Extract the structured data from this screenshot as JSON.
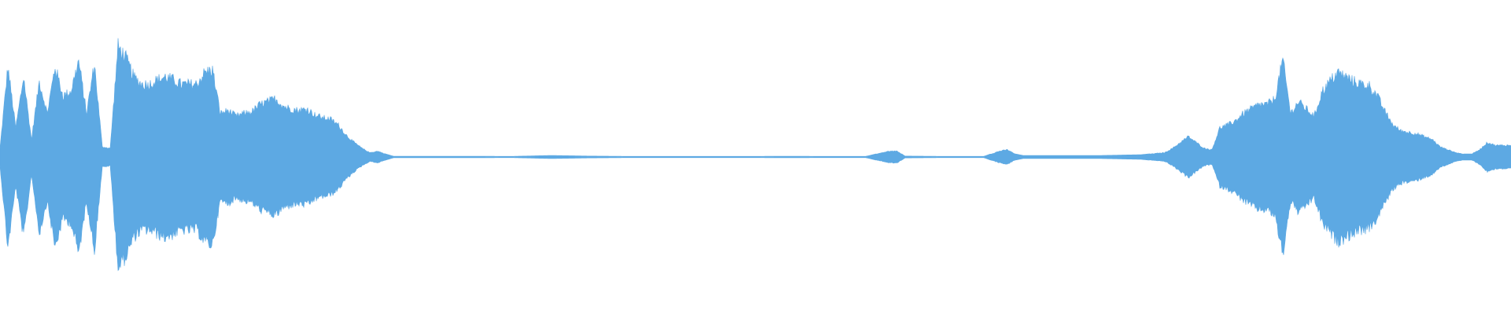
{
  "waveform": {
    "color": "#5DA9E3",
    "background": "#FFFFFF",
    "envelope": [
      [
        0,
        0.06
      ],
      [
        1,
        0.62
      ],
      [
        2,
        0.2
      ],
      [
        3,
        0.55
      ],
      [
        4,
        0.12
      ],
      [
        5,
        0.52
      ],
      [
        6,
        0.3
      ],
      [
        7,
        0.62
      ],
      [
        8,
        0.42
      ],
      [
        9,
        0.45
      ],
      [
        10,
        0.66
      ],
      [
        11,
        0.3
      ],
      [
        12,
        0.64
      ],
      [
        13,
        0.07
      ],
      [
        14,
        0.06
      ],
      [
        15,
        0.76
      ],
      [
        16,
        0.68
      ],
      [
        17,
        0.55
      ],
      [
        18,
        0.5
      ],
      [
        19,
        0.5
      ],
      [
        20,
        0.53
      ],
      [
        21,
        0.55
      ],
      [
        22,
        0.53
      ],
      [
        23,
        0.5
      ],
      [
        24,
        0.5
      ],
      [
        25,
        0.5
      ],
      [
        26,
        0.58
      ],
      [
        27,
        0.6
      ],
      [
        28,
        0.3
      ],
      [
        29,
        0.32
      ],
      [
        30,
        0.28
      ],
      [
        31,
        0.3
      ],
      [
        32,
        0.31
      ],
      [
        33,
        0.36
      ],
      [
        34,
        0.38
      ],
      [
        35,
        0.4
      ],
      [
        36,
        0.35
      ],
      [
        37,
        0.33
      ],
      [
        38,
        0.32
      ],
      [
        39,
        0.33
      ],
      [
        40,
        0.29
      ],
      [
        41,
        0.27
      ],
      [
        42,
        0.26
      ],
      [
        43,
        0.22
      ],
      [
        44,
        0.15
      ],
      [
        45,
        0.1
      ],
      [
        46,
        0.06
      ],
      [
        47,
        0.03
      ],
      [
        48,
        0.04
      ],
      [
        49,
        0.02
      ],
      [
        50,
        0.005
      ],
      [
        55,
        0.005
      ],
      [
        60,
        0.005
      ],
      [
        65,
        0.004
      ],
      [
        70,
        0.01
      ],
      [
        75,
        0.006
      ],
      [
        80,
        0.004
      ],
      [
        85,
        0.004
      ],
      [
        90,
        0.004
      ],
      [
        95,
        0.004
      ],
      [
        100,
        0.005
      ],
      [
        105,
        0.004
      ],
      [
        110,
        0.004
      ],
      [
        113,
        0.04
      ],
      [
        114,
        0.04
      ],
      [
        115,
        0.006
      ],
      [
        120,
        0.004
      ],
      [
        125,
        0.004
      ],
      [
        127,
        0.04
      ],
      [
        128,
        0.05
      ],
      [
        129,
        0.02
      ],
      [
        130,
        0.01
      ],
      [
        135,
        0.01
      ],
      [
        140,
        0.01
      ],
      [
        145,
        0.015
      ],
      [
        148,
        0.03
      ],
      [
        149,
        0.06
      ],
      [
        150,
        0.1
      ],
      [
        151,
        0.14
      ],
      [
        152,
        0.1
      ],
      [
        153,
        0.06
      ],
      [
        154,
        0.05
      ],
      [
        155,
        0.2
      ],
      [
        156,
        0.22
      ],
      [
        157,
        0.25
      ],
      [
        158,
        0.3
      ],
      [
        159,
        0.33
      ],
      [
        160,
        0.36
      ],
      [
        161,
        0.36
      ],
      [
        162,
        0.4
      ],
      [
        163,
        0.67
      ],
      [
        164,
        0.3
      ],
      [
        165,
        0.38
      ],
      [
        166,
        0.33
      ],
      [
        167,
        0.28
      ],
      [
        168,
        0.45
      ],
      [
        169,
        0.52
      ],
      [
        170,
        0.58
      ],
      [
        171,
        0.55
      ],
      [
        172,
        0.52
      ],
      [
        173,
        0.5
      ],
      [
        174,
        0.49
      ],
      [
        175,
        0.42
      ],
      [
        176,
        0.31
      ],
      [
        177,
        0.22
      ],
      [
        178,
        0.18
      ],
      [
        179,
        0.17
      ],
      [
        180,
        0.16
      ],
      [
        181,
        0.14
      ],
      [
        182,
        0.12
      ],
      [
        183,
        0.07
      ],
      [
        184,
        0.05
      ],
      [
        185,
        0.03
      ],
      [
        186,
        0.02
      ],
      [
        187,
        0.02
      ],
      [
        188,
        0.05
      ],
      [
        189,
        0.1
      ],
      [
        190,
        0.08
      ]
    ]
  }
}
